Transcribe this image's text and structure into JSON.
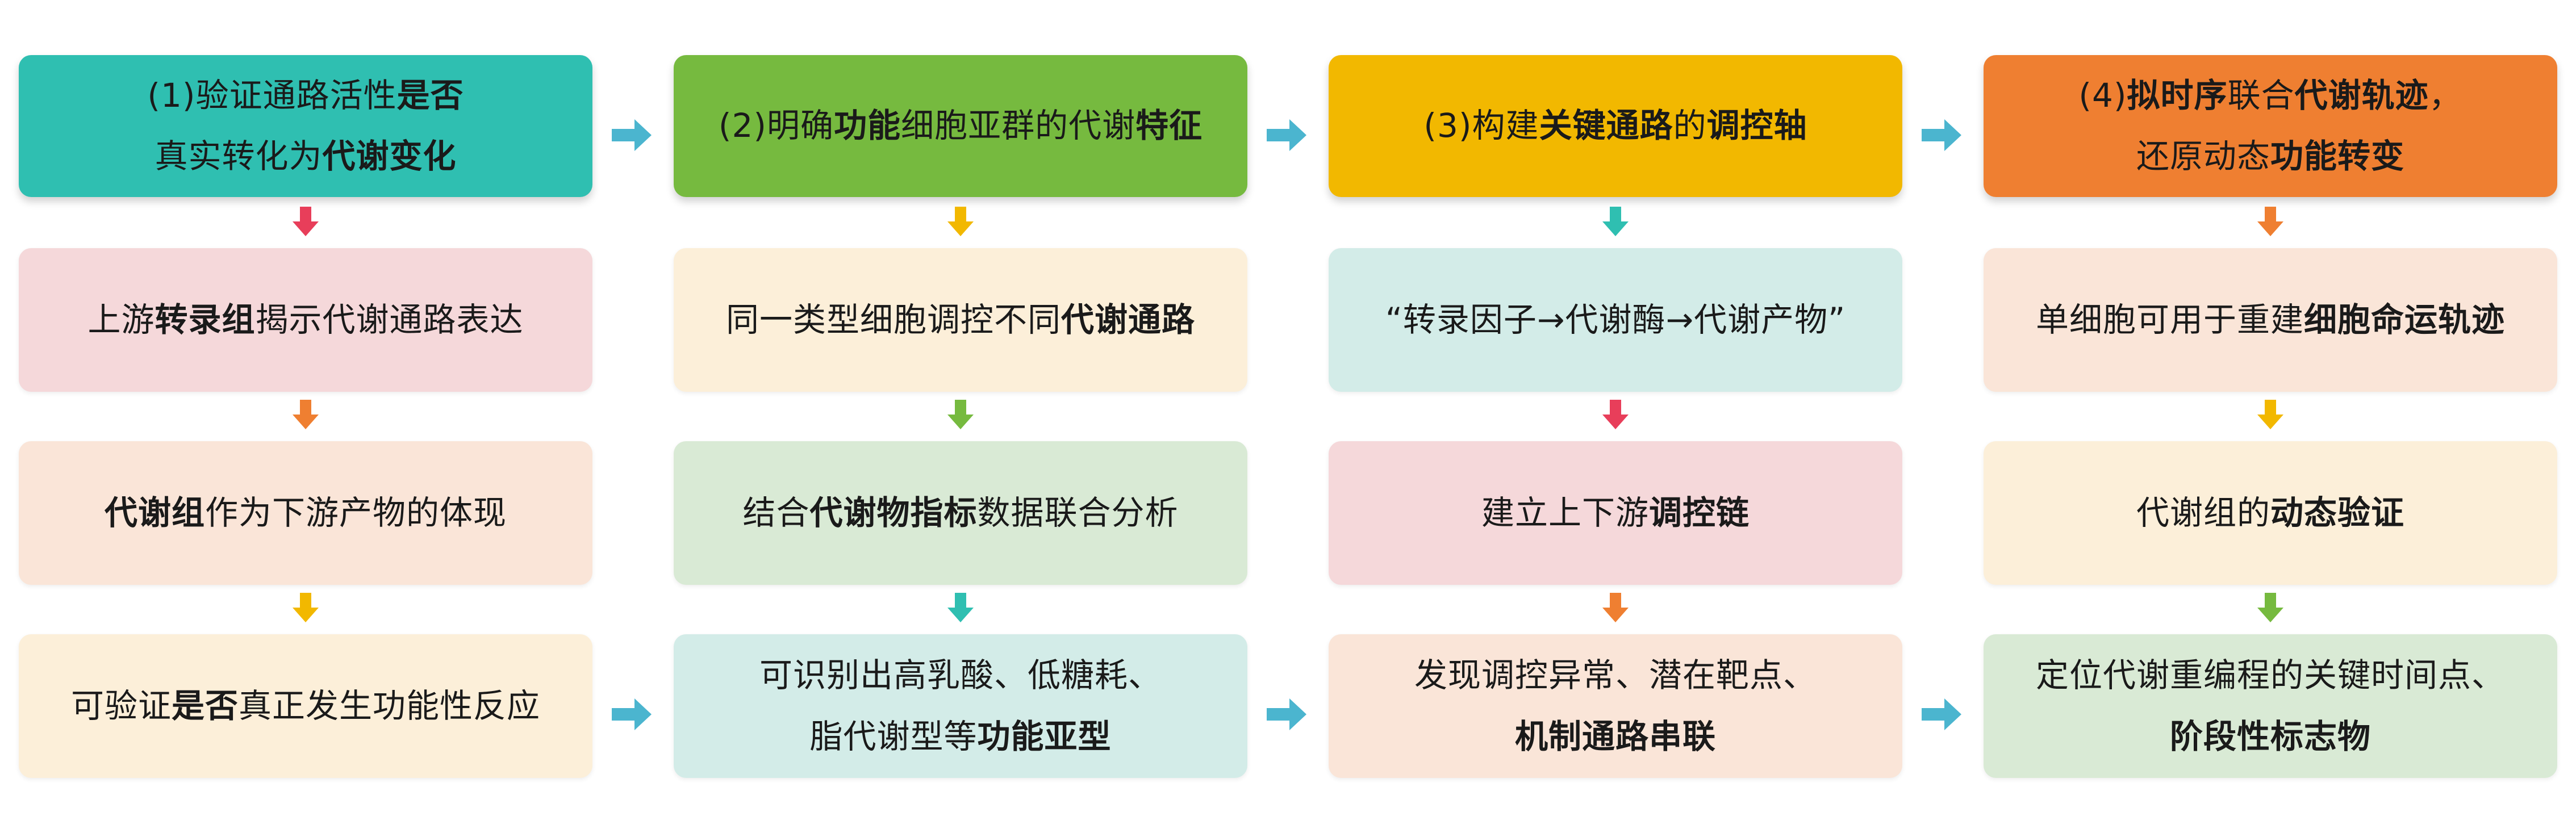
{
  "colors": {
    "header": [
      "#2fbfb1",
      "#76ba3f",
      "#f2b800",
      "#ef7f31"
    ],
    "cell_teal": "#d3ece8",
    "cell_pink": "#f5d8da",
    "cell_peach": "#fae5d8",
    "cell_cream": "#fcefd9",
    "cell_green": "#d9ead5",
    "flow_arrow": "#4bb5cf"
  },
  "icons": {
    "down_arrow": "arrow-down-icon",
    "right_arrow": "arrow-right-icon"
  },
  "columns": [
    {
      "header": {
        "lines": [
          [
            "(1)验证通路活性",
            {
              "b": "是否"
            }
          ],
          [
            "真实转化为",
            {
              "b": "代谢变化"
            }
          ]
        ]
      },
      "cells": [
        {
          "lines": [
            [
              "上游",
              {
                "b": "转录组"
              },
              "揭示代谢通路表达"
            ]
          ]
        },
        {
          "lines": [
            [
              {
                "b": "代谢组"
              },
              "作为下游产物的体现"
            ]
          ]
        },
        {
          "lines": [
            [
              "可验证",
              {
                "b": "是否"
              },
              "真正发生功能性反应"
            ]
          ]
        }
      ],
      "down_arrow_colors": [
        "#e83e5a",
        "#ef7f31",
        "#f2b800"
      ]
    },
    {
      "header": {
        "lines": [
          [
            "(2)明确",
            {
              "b": "功能"
            },
            "细胞亚群的代谢",
            {
              "b": "特征"
            }
          ]
        ]
      },
      "cells": [
        {
          "lines": [
            [
              "同一类型细胞调控不同",
              {
                "b": "代谢通路"
              }
            ]
          ]
        },
        {
          "lines": [
            [
              "结合",
              {
                "b": "代谢物指标"
              },
              "数据联合分析"
            ]
          ]
        },
        {
          "lines": [
            [
              "可识别出高乳酸、低糖耗、"
            ],
            [
              "脂代谢型等",
              {
                "b": "功能亚型"
              }
            ]
          ]
        }
      ],
      "down_arrow_colors": [
        "#f2b800",
        "#76ba3f",
        "#2fbfb1"
      ]
    },
    {
      "header": {
        "lines": [
          [
            "(3)构建",
            {
              "b": "关键通路"
            },
            "的",
            {
              "b": "调控轴"
            }
          ]
        ]
      },
      "cells": [
        {
          "lines": [
            [
              "“转录因子→代谢酶→代谢产物”"
            ]
          ]
        },
        {
          "lines": [
            [
              "建立上下游",
              {
                "b": "调控链"
              }
            ]
          ]
        },
        {
          "lines": [
            [
              "发现调控异常、潜在靶点、"
            ],
            [
              {
                "b": "机制通路串联"
              }
            ]
          ]
        }
      ],
      "down_arrow_colors": [
        "#2fbfb1",
        "#e83e5a",
        "#ef7f31"
      ]
    },
    {
      "header": {
        "lines": [
          [
            "(4)",
            {
              "b": "拟时序"
            },
            "联合",
            {
              "b": "代谢轨迹"
            },
            "，"
          ],
          [
            "还原动态",
            {
              "b": "功能转变"
            }
          ]
        ]
      },
      "cells": [
        {
          "lines": [
            [
              "单细胞可用于重建",
              {
                "b": "细胞命运轨迹"
              }
            ]
          ]
        },
        {
          "lines": [
            [
              "代谢组的",
              {
                "b": "动态验证"
              }
            ]
          ]
        },
        {
          "lines": [
            [
              "定位代谢重编程的关键时间点、"
            ],
            [
              {
                "b": "阶段性标志物"
              }
            ]
          ]
        }
      ],
      "down_arrow_colors": [
        "#ef7f31",
        "#f2b800",
        "#76ba3f"
      ]
    }
  ],
  "cell_color_keys": [
    [
      "cell_pink",
      "cell_peach",
      "cell_cream"
    ],
    [
      "cell_cream",
      "cell_green",
      "cell_teal"
    ],
    [
      "cell_teal",
      "cell_pink",
      "cell_peach"
    ],
    [
      "cell_peach",
      "cell_cream",
      "cell_green"
    ]
  ]
}
